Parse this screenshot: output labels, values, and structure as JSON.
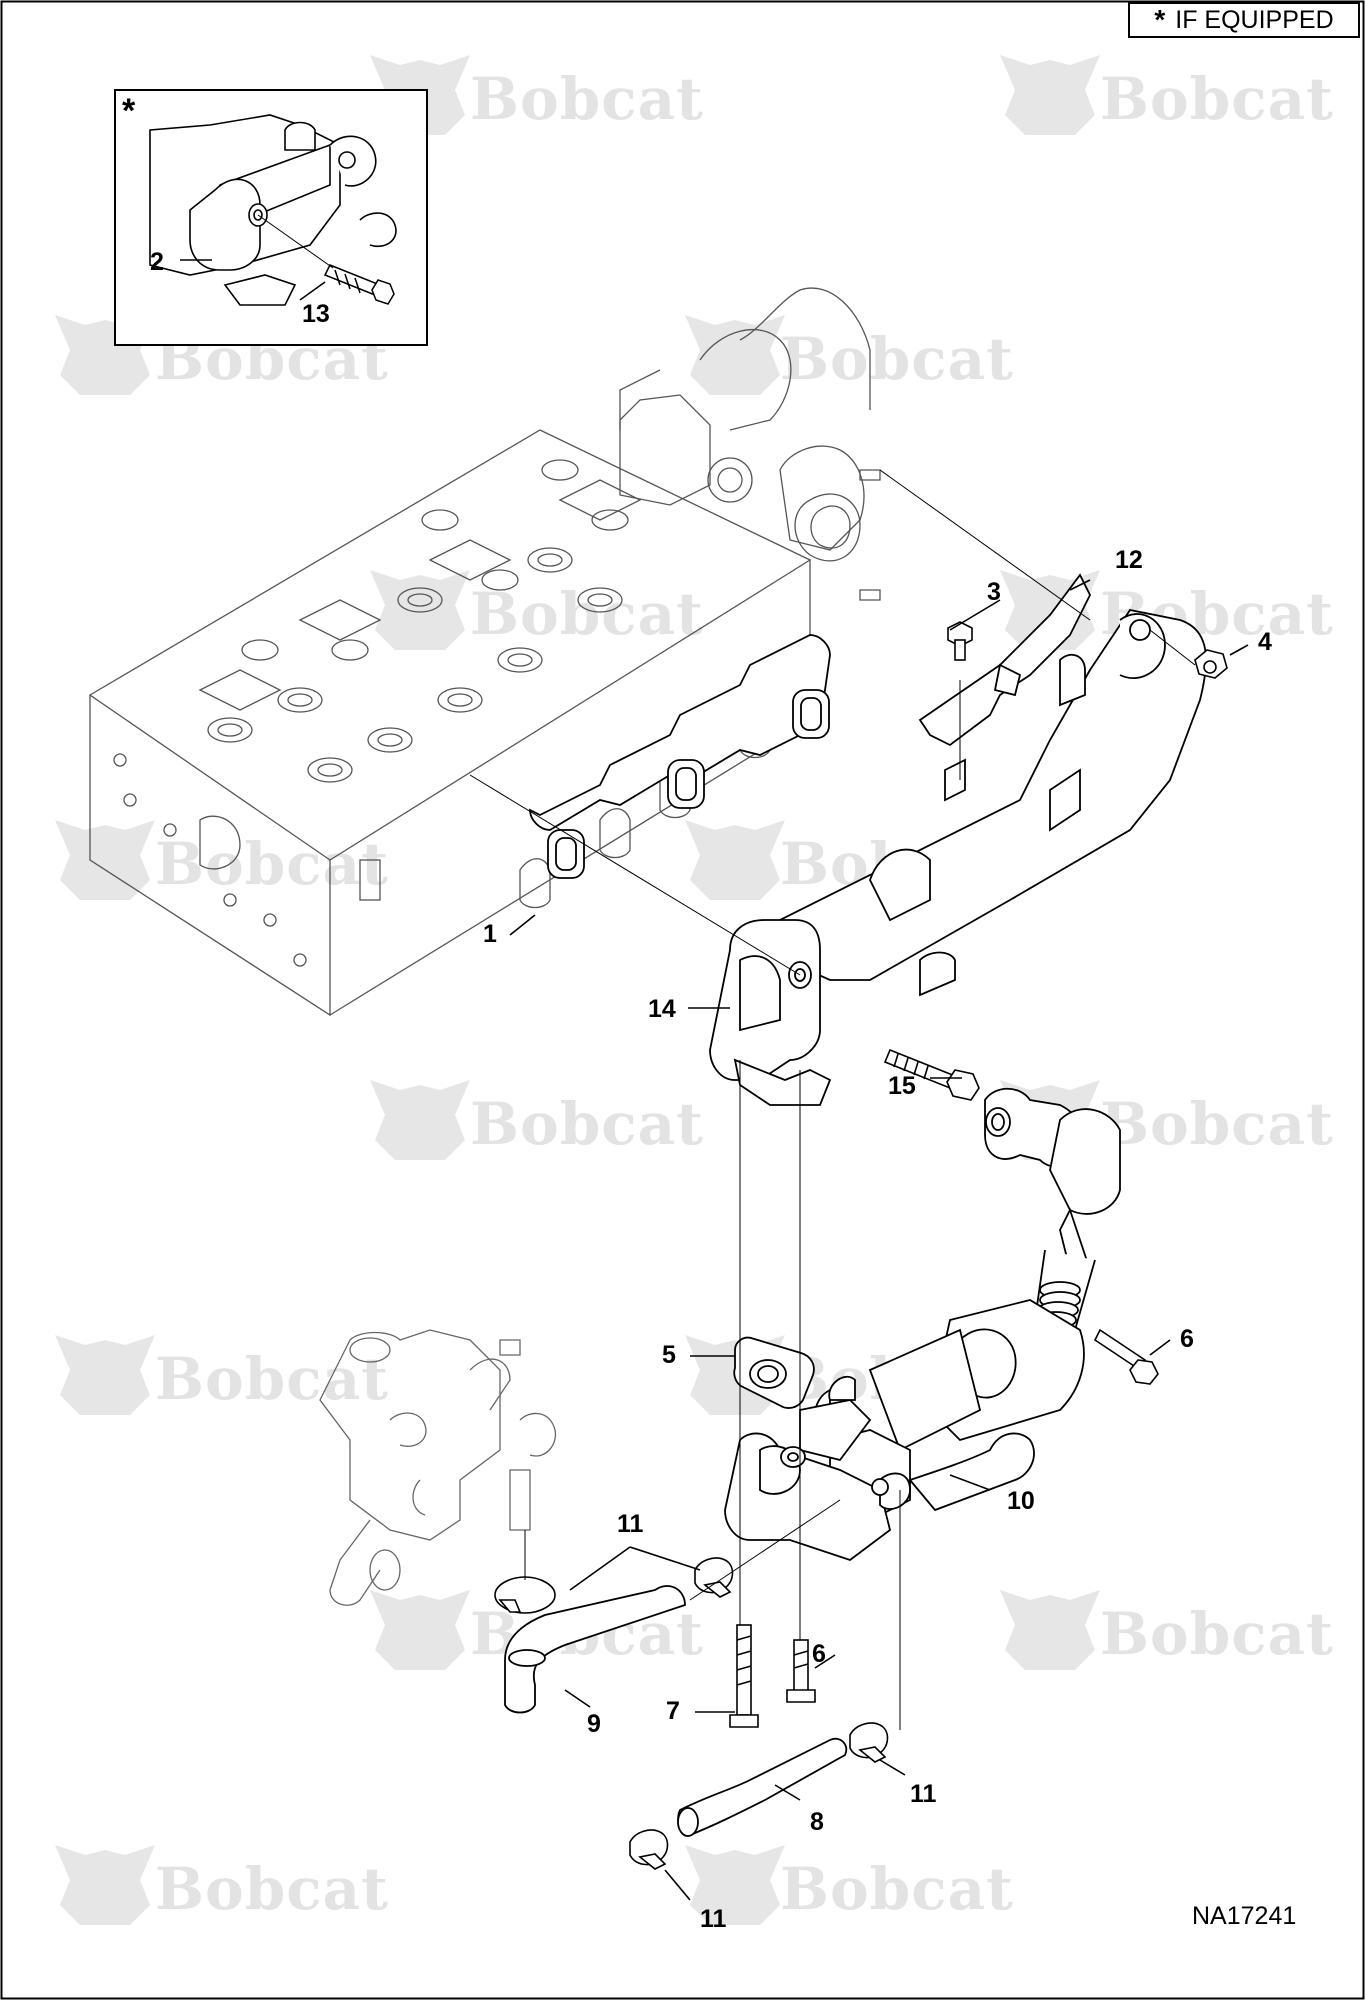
{
  "legend": {
    "symbol": "*",
    "text": "IF EQUIPPED"
  },
  "inset": {
    "symbol": "*"
  },
  "drawing_code": "NA17241",
  "watermark": "Bobcat",
  "callouts": {
    "c1": "1",
    "c2": "2",
    "c3": "3",
    "c4": "4",
    "c5": "5",
    "c6a": "6",
    "c6b": "6",
    "c7": "7",
    "c8": "8",
    "c9": "9",
    "c10": "10",
    "c11a": "11",
    "c11b": "11",
    "c11c": "11",
    "c12": "12",
    "c13": "13",
    "c14": "14",
    "c15": "15"
  }
}
